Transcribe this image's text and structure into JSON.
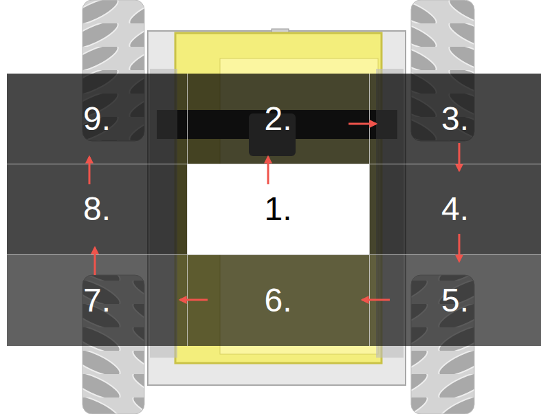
{
  "diagram": {
    "nodes": [
      {
        "text": [
          "9."
        ]
      },
      {
        "text": [
          "2."
        ]
      },
      {
        "text": [
          "3."
        ]
      },
      {
        "text": [
          "8."
        ]
      },
      {
        "text": [
          "1."
        ]
      },
      {
        "text": [
          "4."
        ]
      },
      {
        "text": [
          "7."
        ]
      },
      {
        "text": [
          "6."
        ]
      },
      {
        "text": [
          "5."
        ]
      }
    ],
    "edges": [
      {
        "from": 4,
        "to": 1,
        "arrow": "to"
      },
      {
        "from": 1,
        "to": 2,
        "arrow": "to"
      },
      {
        "from": 2,
        "to": 5,
        "arrow": "to"
      },
      {
        "from": 5,
        "to": 8,
        "arrow": "to"
      },
      {
        "from": 8,
        "to": 7,
        "arrow": "to"
      },
      {
        "from": 7,
        "to": 6,
        "arrow": "to"
      },
      {
        "from": 6,
        "to": 3,
        "arrow": "to"
      },
      {
        "from": 3,
        "to": 0,
        "arrow": "to"
      }
    ]
  }
}
